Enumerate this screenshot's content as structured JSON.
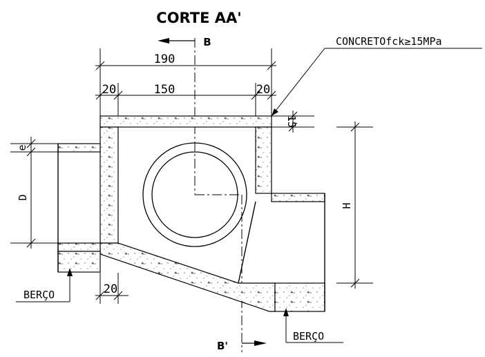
{
  "title": "CORTE AA'",
  "section_markers": {
    "top": "B",
    "bottom": "B'"
  },
  "dimensions": {
    "overall_width": "190",
    "inner_width": "150",
    "left_wall": "20",
    "right_wall": "20",
    "slab_thickness": "15",
    "base_wall": "20",
    "pipe_e": "e",
    "pipe_d": "D",
    "height_h": "H"
  },
  "labels": {
    "concrete": "CONCRETOfck≥15MPa",
    "berco_left": "BERÇO",
    "berco_right": "BERÇO"
  }
}
